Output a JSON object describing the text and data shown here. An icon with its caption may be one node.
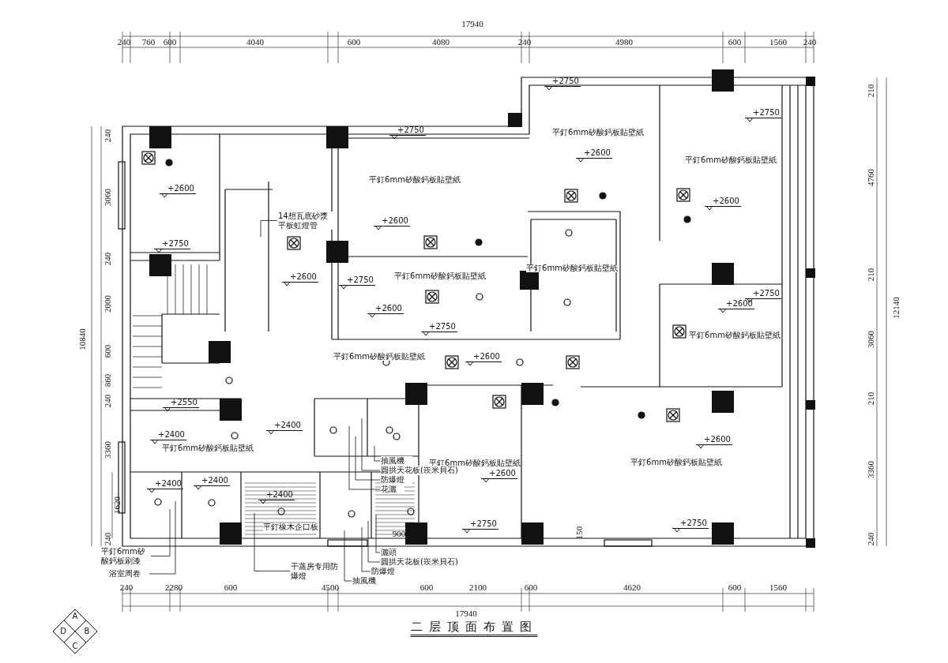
{
  "diagram": {
    "title": "二层顶面布置图",
    "nodes": [
      {
        "text": [
          "14想瓦底砂漿平板虹燈管"
        ]
      },
      {
        "text": [
          "抽風機"
        ]
      },
      {
        "text": [
          "圓拱天花板(崁米貝石)"
        ]
      },
      {
        "text": [
          "防爆燈"
        ]
      },
      {
        "text": [
          "花灑"
        ]
      },
      {
        "text": [
          "灑頭"
        ]
      },
      {
        "text": [
          "圓拱天花板(崁米貝石)"
        ]
      },
      {
        "text": [
          "防爆燈"
        ]
      },
      {
        "text": [
          "抽風機"
        ]
      },
      {
        "text": [
          "干蒸房专用防爆燈"
        ]
      },
      {
        "text": [
          "平釘6mm矽酸鈣板刷漆"
        ]
      },
      {
        "text": [
          "浴室周卷"
        ]
      }
    ],
    "edges": [
      {
        "from": 0,
        "to": null,
        "arrow": "none"
      },
      {
        "from": 1,
        "to": null,
        "arrow": "none"
      },
      {
        "from": 2,
        "to": null,
        "arrow": "none"
      },
      {
        "from": 3,
        "to": null,
        "arrow": "none"
      },
      {
        "from": 4,
        "to": null,
        "arrow": "none"
      },
      {
        "from": 5,
        "to": null,
        "arrow": "none"
      },
      {
        "from": 6,
        "to": null,
        "arrow": "none"
      },
      {
        "from": 7,
        "to": null,
        "arrow": "none"
      },
      {
        "from": 8,
        "to": null,
        "arrow": "none"
      },
      {
        "from": 9,
        "to": null,
        "arrow": "none"
      },
      {
        "from": 10,
        "to": null,
        "arrow": "none"
      },
      {
        "from": 11,
        "to": null,
        "arrow": "none"
      }
    ],
    "labels": [
      "17940",
      "240",
      "760",
      "600",
      "4040",
      "600",
      "4080",
      "240",
      "4980",
      "600",
      "1560",
      "240",
      "240",
      "3060",
      "240",
      "2000",
      "600",
      "860",
      "240",
      "3360",
      "240",
      "10840",
      "1620",
      "210",
      "4760",
      "210",
      "3060",
      "210",
      "3360",
      "240",
      "12140",
      "240",
      "2280",
      "600",
      "4500",
      "600",
      "2100",
      "600",
      "4620",
      "600",
      "1560",
      "17940",
      "900",
      "150",
      "平釘橡木企口板",
      "平釘6mm矽酸鈣板貼壁紙",
      "平釘6mm矽酸鈣板貼壁紙",
      "平釘6mm矽酸鈣板貼壁紙",
      "平釘6mm矽酸鈣板貼壁紙",
      "平釘6mm矽酸鈣板貼壁紙",
      "平釘6mm矽酸鈣板貼壁紙",
      "平釘6mm矽酸鈣板貼壁紙",
      "平釘6mm矽酸鈣板貼壁紙",
      "平釘6mm矽酸鈣板貼壁紙",
      "平釘6mm矽酸鈣板貼壁紙",
      "+2750",
      "+2750",
      "+2750",
      "+2600",
      "+2750",
      "+2600",
      "+2600",
      "+2750",
      "+2600",
      "+2600",
      "+2600",
      "+2750",
      "+2600",
      "+2750",
      "+2600",
      "+2550",
      "+2400",
      "+2400",
      "+2600",
      "+2600",
      "+2400",
      "+2400",
      "+2400",
      "+2750",
      "+2750",
      "A",
      "B",
      "C",
      "D"
    ]
  }
}
